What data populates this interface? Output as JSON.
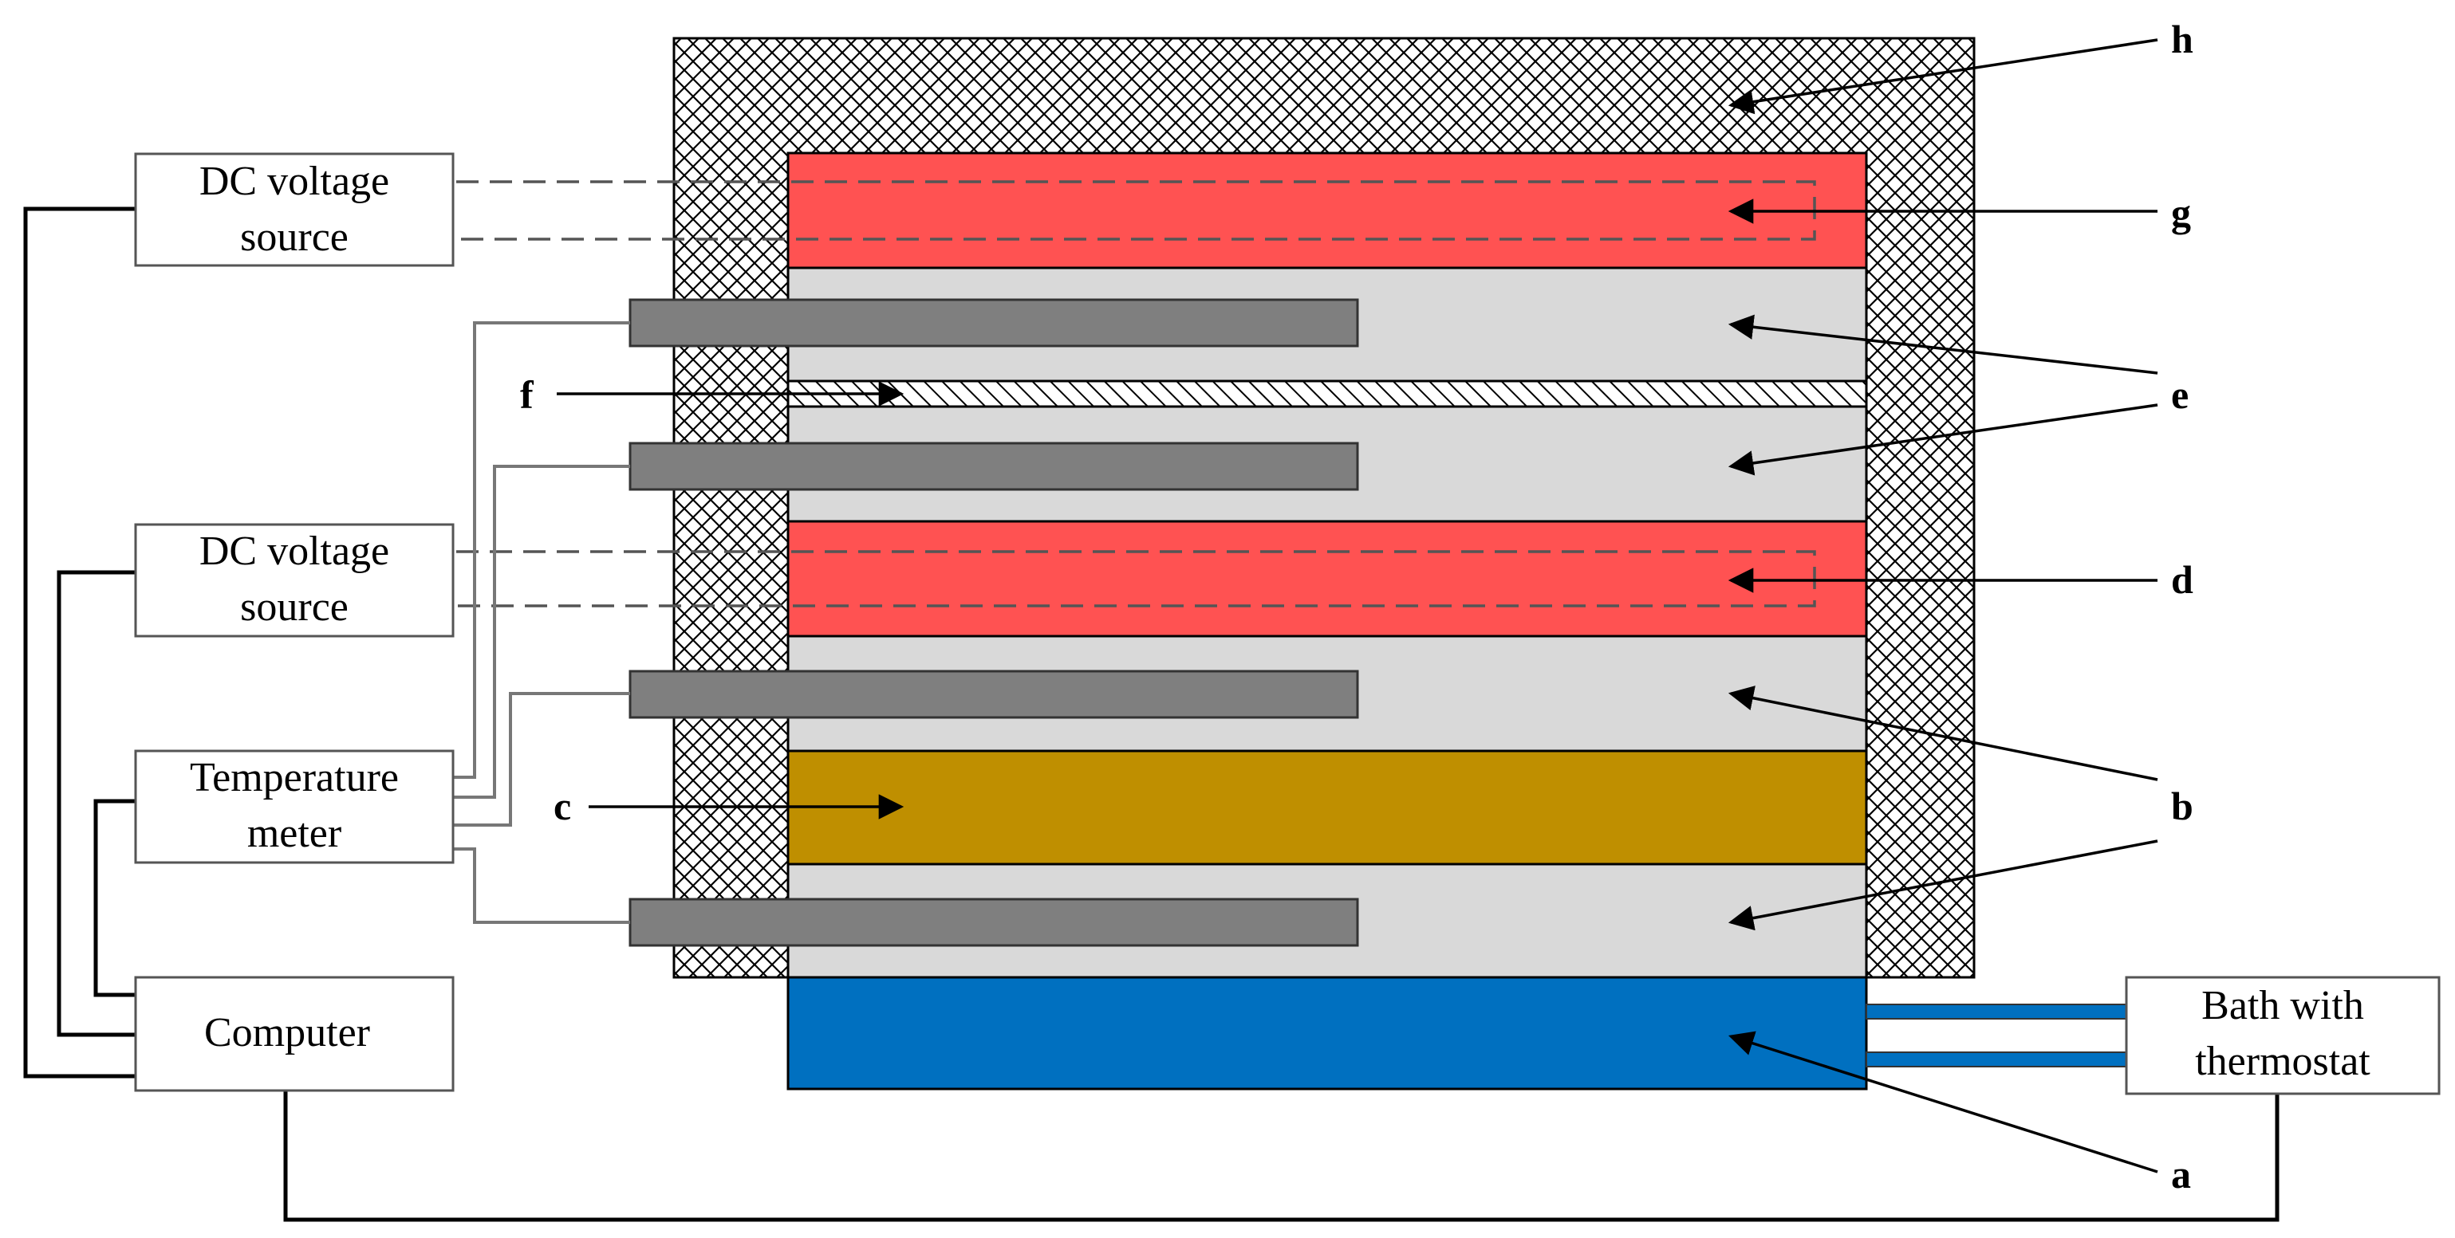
{
  "diagram": {
    "boxes": {
      "dc_source_top": {
        "line1": "DC voltage",
        "line2": "source"
      },
      "dc_source_mid": {
        "line1": "DC voltage",
        "line2": "source"
      },
      "temperature_meter": {
        "line1": "Temperature",
        "line2": "meter"
      },
      "computer": {
        "line1": "Computer"
      },
      "bath": {
        "line1": "Bath with",
        "line2": "thermostat"
      }
    },
    "labels": {
      "a": "a",
      "b": "b",
      "c": "c",
      "d": "d",
      "e": "e",
      "f": "f",
      "g": "g",
      "h": "h"
    },
    "colors": {
      "heater": "#ff5252",
      "insulation_block": "#d9d9d9",
      "sample_c": "#bf8f00",
      "cooling_plate": "#0070c0",
      "probe": "#7f7f7f",
      "frame_hatch": "#000000"
    }
  }
}
